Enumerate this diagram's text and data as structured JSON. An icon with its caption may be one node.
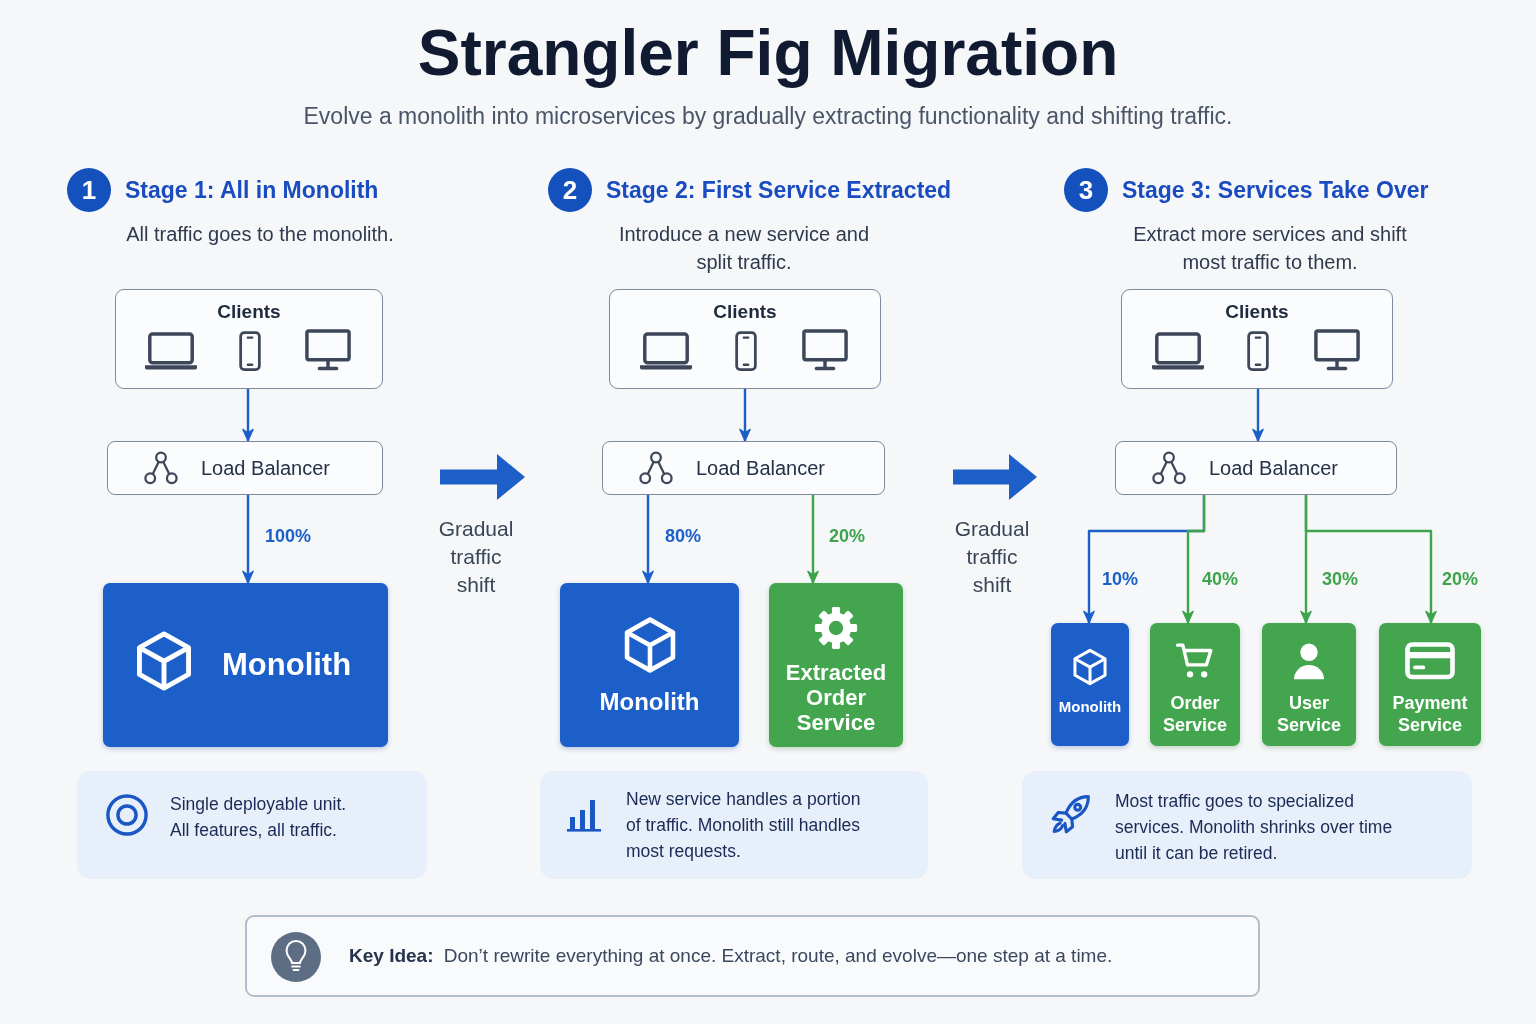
{
  "diagram": {
    "title": "Strangler Fig Migration",
    "nodes": [
      {
        "text": [
          "1"
        ],
        "beside": [
          "Stage 1: All in Monolith"
        ]
      },
      {
        "text": [
          "Clients"
        ]
      },
      {
        "text": [
          "Load Balancer"
        ]
      },
      {
        "text": [
          "Monolith"
        ]
      },
      {
        "text": [
          "Single deployable unit. All features, all traffic."
        ]
      },
      {
        "text": [
          "2"
        ],
        "beside": [
          "Stage 2: First Service Extracted"
        ]
      },
      {
        "text": [
          "Clients"
        ]
      },
      {
        "text": [
          "Load Balancer"
        ]
      },
      {
        "text": [
          "Monolith"
        ]
      },
      {
        "text": [
          "Extracted Order Service"
        ]
      },
      {
        "text": [
          "New service handles a portion of traffic. Monolith still handles most requests."
        ]
      },
      {
        "text": [
          "3"
        ],
        "beside": [
          "Stage 3: Services Take Over"
        ]
      },
      {
        "text": [
          "Clients"
        ]
      },
      {
        "text": [
          "Load Balancer"
        ]
      },
      {
        "text": [
          "Monolith"
        ]
      },
      {
        "text": [
          "Order Service"
        ]
      },
      {
        "text": [
          "User Service"
        ]
      },
      {
        "text": [
          "Payment Service"
        ]
      },
      {
        "text": [
          "Most traffic goes to specialized services. Monolith shrinks over time until it can be retired."
        ]
      },
      {
        "text": [
          "**Key Idea:** Don’t rewrite everything at once. Extract, route, and evolve—one step at a time."
        ]
      }
    ],
    "edges": [
      {
        "from": 1,
        "to": 2,
        "arrow": "to"
      },
      {
        "from": 2,
        "to": 3,
        "arrow": "to",
        "label": "100%"
      },
      {
        "from": 6,
        "to": 7,
        "arrow": "to"
      },
      {
        "from": 7,
        "to": 8,
        "arrow": "to",
        "label": "80%"
      },
      {
        "from": 7,
        "to": 9,
        "arrow": "to",
        "label": "20%",
        "color": "#3ea34b"
      },
      {
        "from": 12,
        "to": 13,
        "arrow": "to"
      },
      {
        "from": 13,
        "to": 14,
        "arrow": "to",
        "label": "10%"
      },
      {
        "from": 13,
        "to": 15,
        "arrow": "to",
        "label": "40%",
        "color": "#3ea34b"
      },
      {
        "from": 13,
        "to": 16,
        "arrow": "to",
        "label": "30%",
        "color": "#3ea34b"
      },
      {
        "from": 13,
        "to": 17,
        "arrow": "to",
        "label": "20%",
        "color": "#3ea34b"
      }
    ],
    "labels": [
      "Evolve a monolith into microservices by gradually extracting functionality and shifting traffic.",
      "All traffic goes to the monolith.",
      "Gradual traffic shift",
      "Introduce a new service and split traffic.",
      "Gradual traffic shift",
      "Extract more services and shift most traffic to them."
    ]
  }
}
